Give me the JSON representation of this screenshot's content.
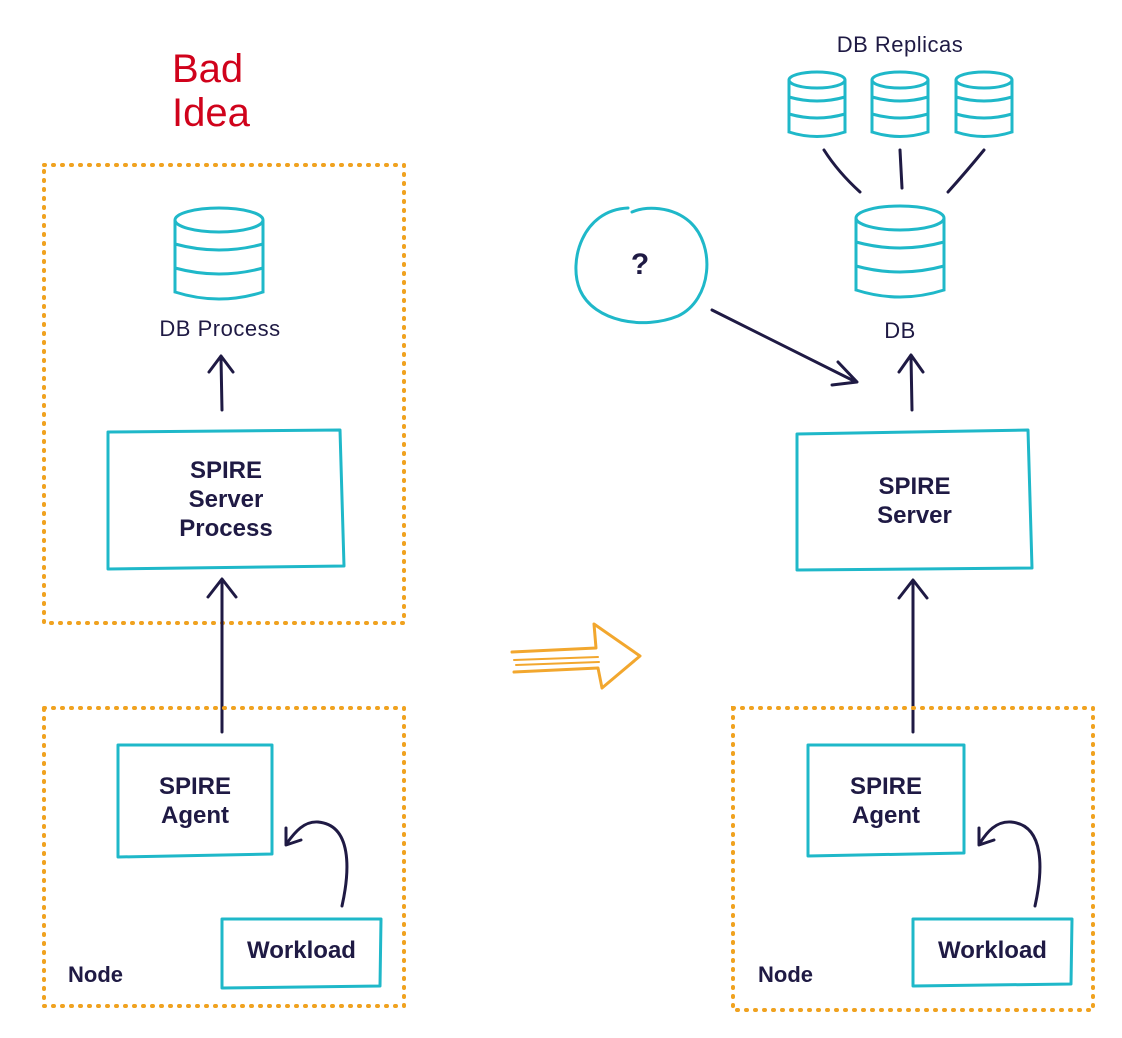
{
  "title": "Bad\nIdea",
  "left": {
    "db_label": "DB Process",
    "server_label": "SPIRE\nServer\nProcess",
    "agent_label": "SPIRE\nAgent",
    "workload_label": "Workload",
    "node_label": "Node"
  },
  "right": {
    "replicas_label": "DB Replicas",
    "db_label": "DB",
    "unknown_label": "?",
    "server_label": "SPIRE\nServer",
    "agent_label": "SPIRE\nAgent",
    "workload_label": "Workload",
    "node_label": "Node"
  },
  "colors": {
    "outline": "#1fb8c9",
    "arrow": "#1f1a44",
    "boundary": "#f0a21f",
    "transition_arrow": "#f2a72e",
    "title": "#d0021b"
  }
}
